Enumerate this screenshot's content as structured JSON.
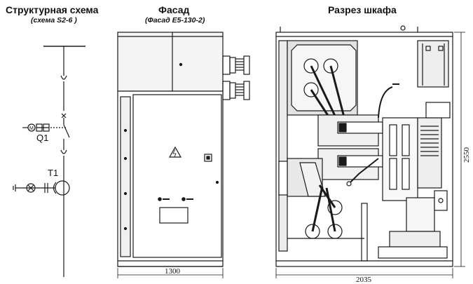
{
  "sections": {
    "scheme": {
      "title": "Структурная схема",
      "subtitle": "(схема S2-6 )"
    },
    "facade": {
      "title": "Фасад",
      "subtitle": "(Фасад Е5-130-2)"
    },
    "cutaway": {
      "title": "Разрез шкафа"
    }
  },
  "labels": {
    "breaker": "Q1",
    "transformer": "T1"
  },
  "dimensions": {
    "facade_width": "1300",
    "cabinet_depth": "2035",
    "cabinet_height": "2550"
  },
  "colors": {
    "line": "#1a1a1a",
    "fill_light": "#f4f4f4",
    "fill_grey": "#d9d9d9"
  }
}
